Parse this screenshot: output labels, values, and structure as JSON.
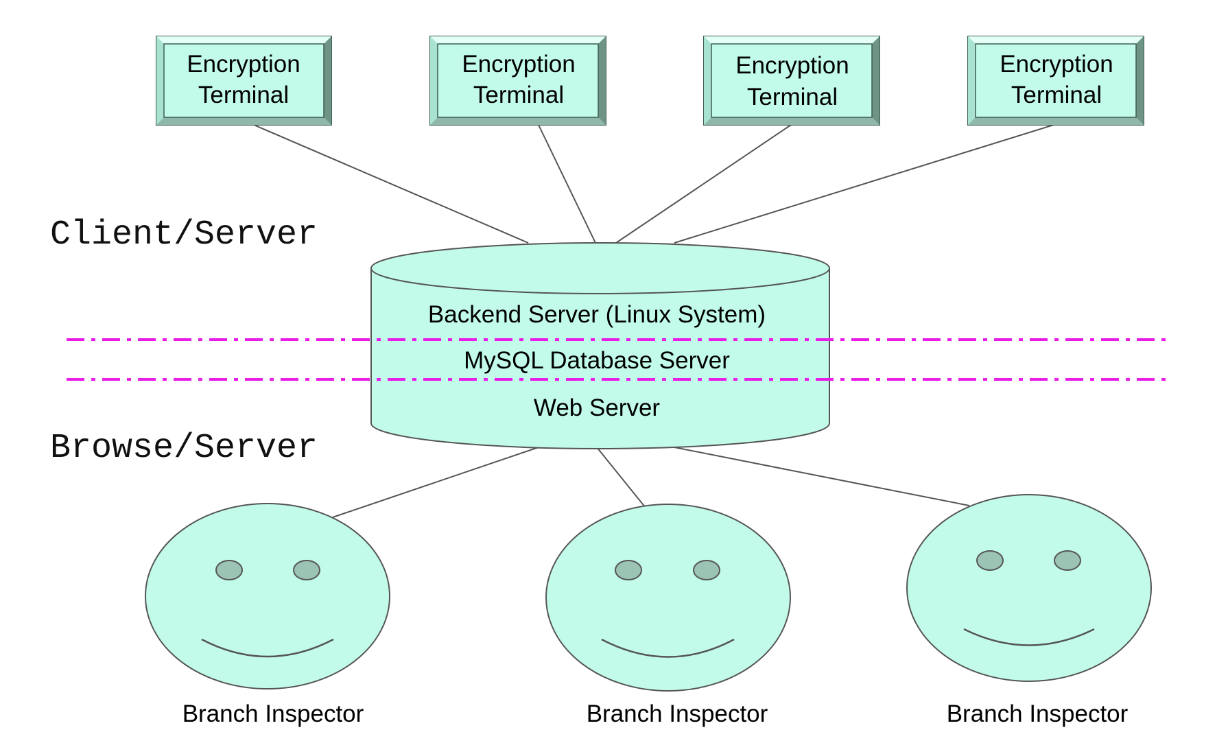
{
  "terminals": [
    {
      "line1": "Encryption",
      "line2": "Terminal"
    },
    {
      "line1": "Encryption",
      "line2": "Terminal"
    },
    {
      "line1": "Encryption",
      "line2": "Terminal"
    },
    {
      "line1": "Encryption",
      "line2": "Terminal"
    }
  ],
  "labels": {
    "client_server": "Client/Server",
    "browse_server": "Browse/Server"
  },
  "server": {
    "backend": "Backend Server (Linux System)",
    "database": "MySQL Database Server",
    "web": "Web Server"
  },
  "inspectors": [
    {
      "label": "Branch Inspector"
    },
    {
      "label": "Branch Inspector"
    },
    {
      "label": "Branch Inspector"
    }
  ],
  "colors": {
    "fill": "#c2fbea",
    "eye": "#9bc4b4",
    "bevel_dark": "#6e9486",
    "bevel_light": "#e4fff6",
    "divider": "#e81ee8",
    "stroke": "#555555"
  }
}
